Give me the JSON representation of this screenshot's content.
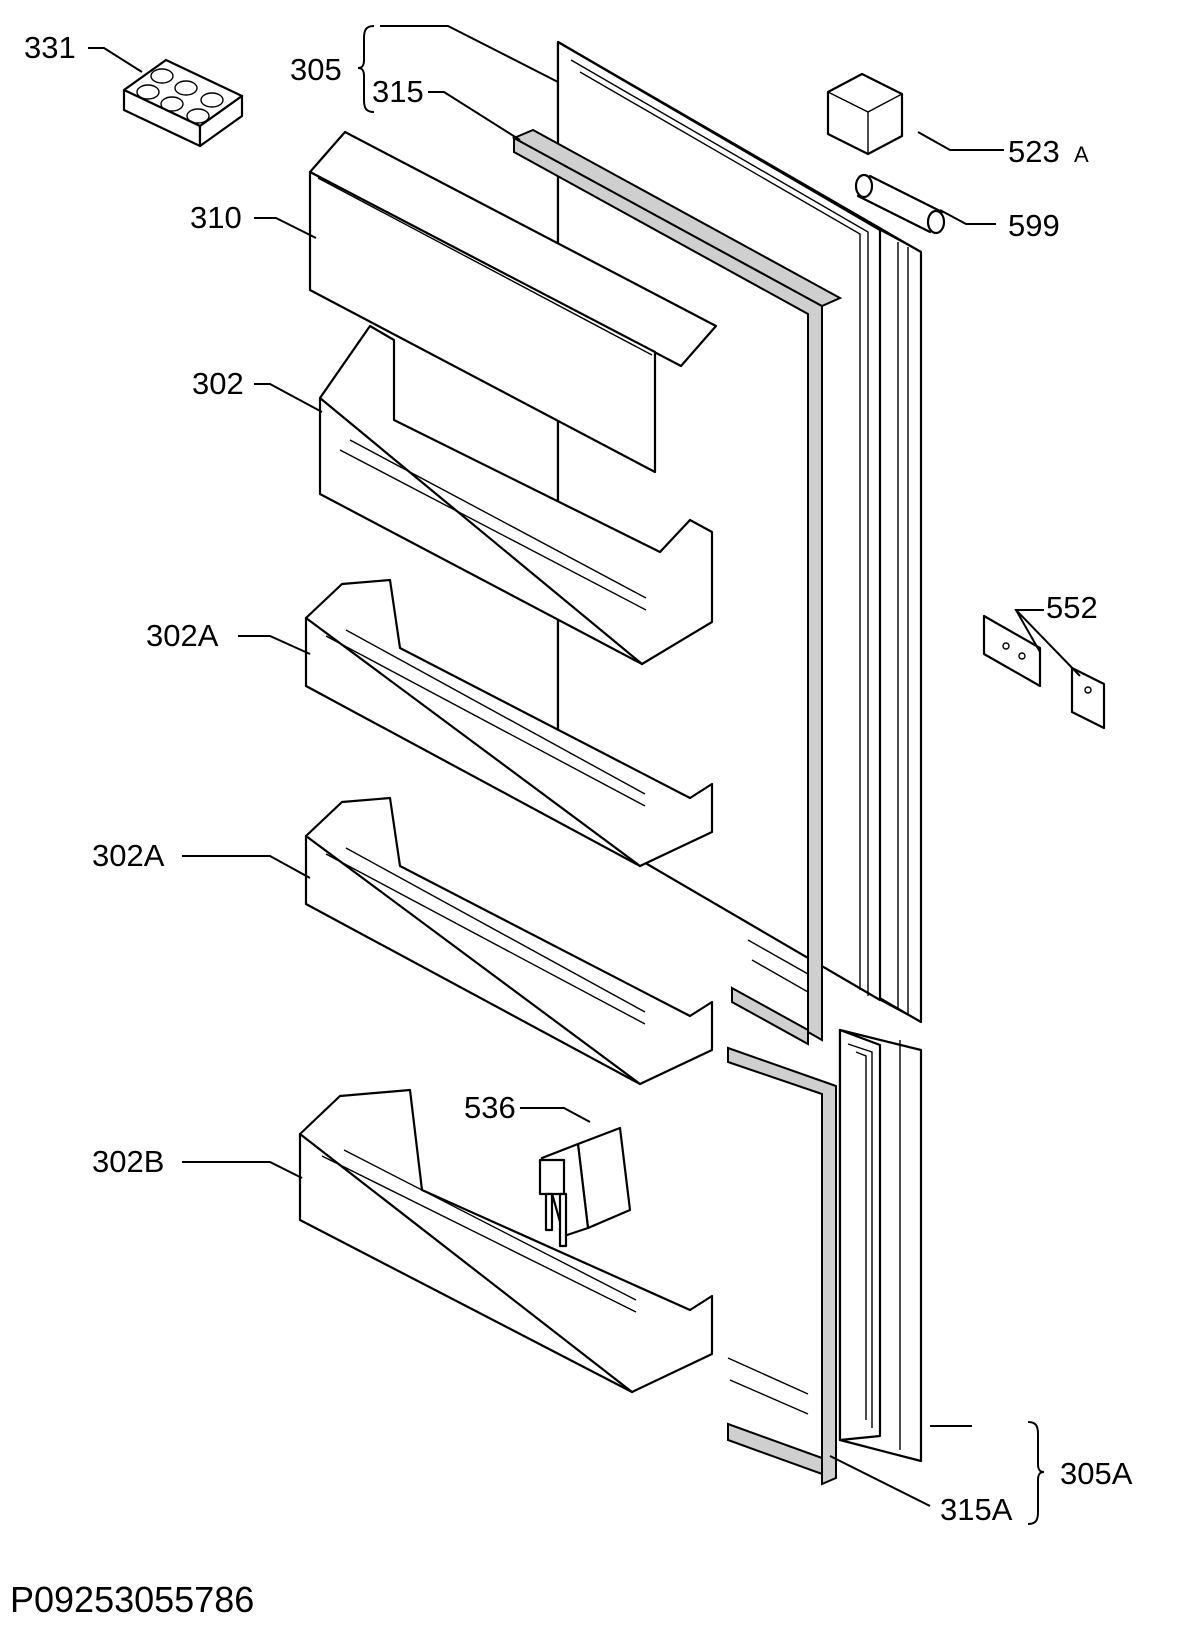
{
  "diagram": {
    "drawing_code": "P09253055786",
    "callouts": [
      {
        "id": "331",
        "text": "331"
      },
      {
        "id": "305",
        "text": "305"
      },
      {
        "id": "315",
        "text": "315"
      },
      {
        "id": "523A",
        "text": "523",
        "suffix": "A"
      },
      {
        "id": "599",
        "text": "599"
      },
      {
        "id": "310",
        "text": "310"
      },
      {
        "id": "302",
        "text": "302"
      },
      {
        "id": "552",
        "text": "552"
      },
      {
        "id": "302A_1",
        "text": "302A"
      },
      {
        "id": "302A_2",
        "text": "302A"
      },
      {
        "id": "536",
        "text": "536"
      },
      {
        "id": "302B",
        "text": "302B"
      },
      {
        "id": "305A",
        "text": "305A"
      },
      {
        "id": "315A",
        "text": "315A"
      }
    ]
  }
}
